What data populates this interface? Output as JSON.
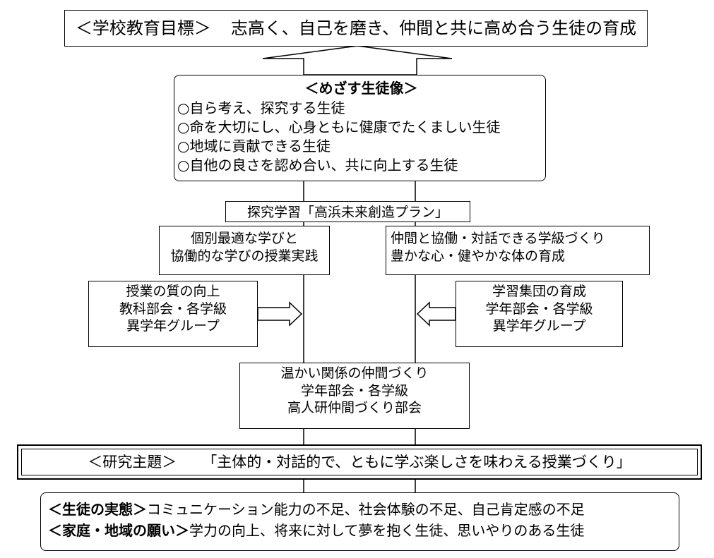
{
  "goal": {
    "heading": "＜学校教育目標＞",
    "text": "志高く、自己を磨き、仲間と共に高め合う生徒の育成"
  },
  "ideal": {
    "title": "＜めざす生徒像＞",
    "items": [
      "○自ら考え、探究する生徒",
      "○命を大切にし、心身ともに健康でたくましい生徒",
      "○地域に貢献できる生徒",
      "○自他の良さを認め合い、共に向上する生徒"
    ]
  },
  "plan": {
    "label": "探究学習「高浜未来創造プラン」"
  },
  "lesson": {
    "lines": [
      "個別最適な学びと",
      "協働的な学びの授業実践"
    ]
  },
  "class_building": {
    "lines": [
      "仲間と協働・対話できる学級づくり",
      "豊かな心・健やかな体の育成"
    ]
  },
  "quality": {
    "lines": [
      "授業の質の向上",
      "教科部会・各学級",
      "異学年グループ"
    ]
  },
  "group": {
    "lines": [
      "学習集団の育成",
      "学年部会・各学級",
      "異学年グループ"
    ]
  },
  "peer": {
    "lines": [
      "温かい関係の仲間づくり",
      "学年部会・各学級",
      "高人研仲間づくり部会"
    ]
  },
  "theme": {
    "heading": "＜研究主題＞",
    "text": "「主体的・対話的で、ともに学ぶ楽しさを味わえる授業づくり」"
  },
  "status": {
    "rows": [
      {
        "heading": "＜生徒の実態＞",
        "text": "コミュニケーション能力の不足、社会体験の不足、自己肯定感の不足"
      },
      {
        "heading": "＜家庭・地域の願い＞",
        "text": "学力の向上、将来に対して夢を抱く生徒、思いやりのある生徒"
      }
    ]
  }
}
